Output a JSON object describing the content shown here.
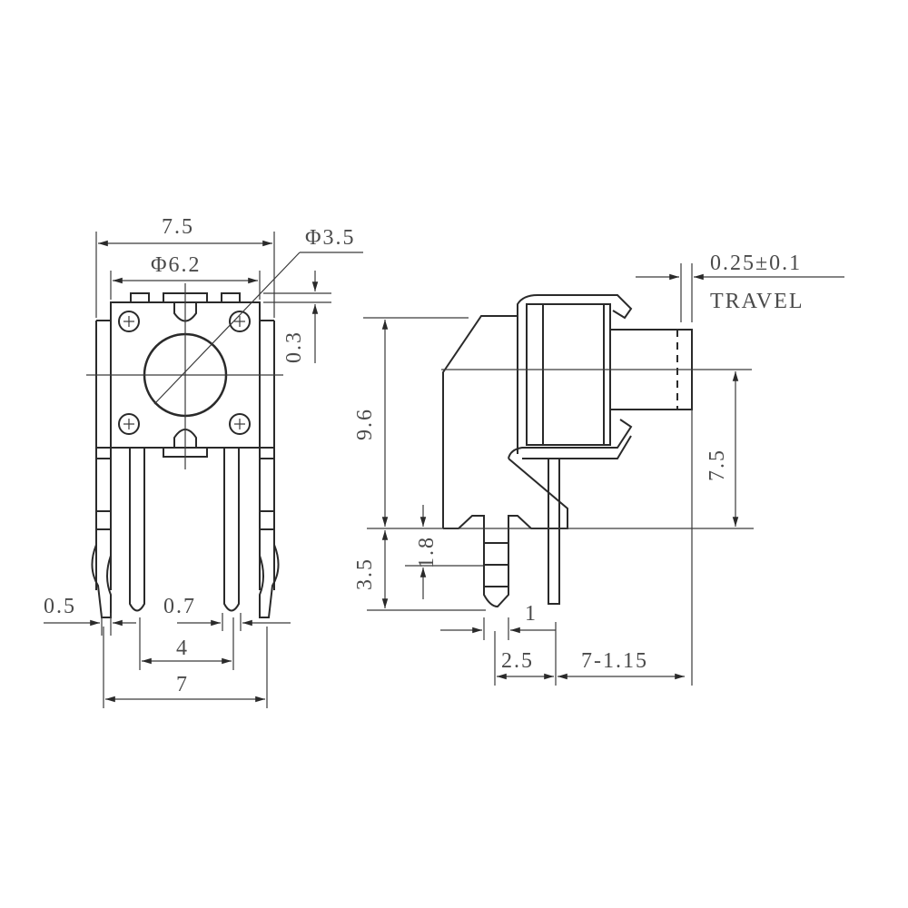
{
  "drawing": {
    "title": "Right-angle tactile switch dimension drawing",
    "colors": {
      "background": "#ffffff",
      "line": "#2a2a2a",
      "text": "#4a4a4a"
    },
    "front_view": {
      "dims": {
        "body_width": "7.5",
        "cap_diameter": "Φ6.2",
        "actuator_diameter": "Φ3.5",
        "tab_height": "0.3",
        "lead_width_outer": "0.5",
        "lead_width_inner": "0.7",
        "inner_pin_pitch": "4",
        "outer_pin_pitch": "7"
      }
    },
    "side_view": {
      "dims": {
        "travel": "0.25±0.1",
        "travel_label": "TRAVEL",
        "overall_height": "9.6",
        "actuator_center_height": "7.5",
        "standoff": "1.8",
        "pin_length": "3.5",
        "pin_offset": "1",
        "pin_spacing": "2.5",
        "actuator_length": "7-1.15"
      }
    }
  }
}
